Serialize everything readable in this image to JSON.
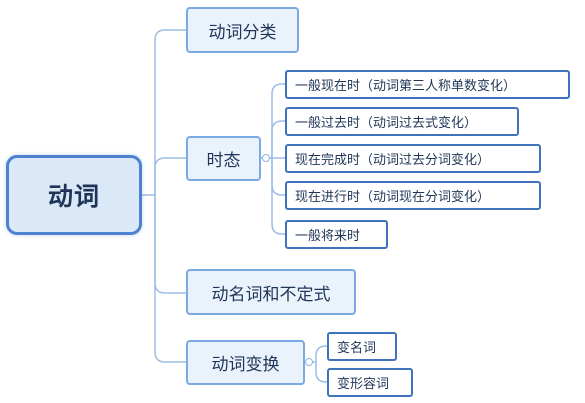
{
  "root": {
    "label": "动词"
  },
  "branches": [
    {
      "label": "动词分类",
      "children": []
    },
    {
      "label": "时态",
      "children": [
        "一般现在时（动词第三人称单数变化）",
        "一般过去时（动词过去式变化）",
        "现在完成时（动词过去分词变化）",
        "现在进行时（动词现在分词变化）",
        "一般将来时"
      ]
    },
    {
      "label": "动名词和不定式",
      "children": []
    },
    {
      "label": "动词变换",
      "children": [
        "变名词",
        "变形容词"
      ]
    }
  ],
  "colors": {
    "root_border": "#4c82cf",
    "root_fill": "#dbe8f8",
    "branch_border": "#7aa9e3",
    "branch_fill": "#eaf2fc",
    "leaf_border": "#3f72bb",
    "connector": "#9dbde6",
    "text": "#1f3558"
  }
}
